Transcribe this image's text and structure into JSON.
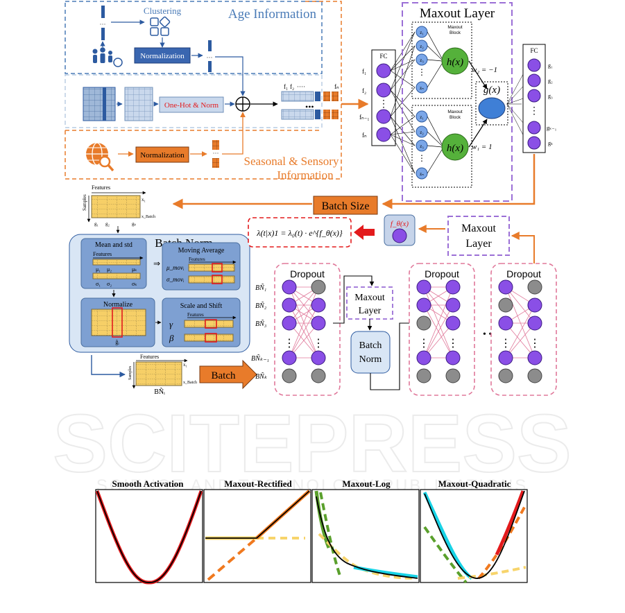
{
  "age_panel": {
    "title": "Age Information",
    "clustering": "Clustering",
    "normalization": "Normalization",
    "onehot": "One-Hot & Norm"
  },
  "seasonal_panel": {
    "title_line1": "Seasonal & Sensory",
    "title_line2": "Information",
    "normalization": "Normalization"
  },
  "concat": {
    "f1": "f₁",
    "f2": "f₂",
    "dots": "····",
    "fn": "fₙ"
  },
  "fc_left": {
    "title": "FC",
    "labels": [
      "f₁",
      "f₂",
      "fₙ₋₁",
      "fₙ"
    ]
  },
  "maxout_layer": {
    "title": "Maxout Layer",
    "block_label_line1": "Maxout",
    "block_label_line2": "Block",
    "z_labels": [
      "z₁",
      "z₂",
      "z₃",
      "zₙ"
    ],
    "h_label": "h(x)",
    "g_label": "g(x)",
    "w2": "w₂ = −1",
    "w1": "w₁ = 1"
  },
  "fc_right": {
    "title": "FC",
    "labels": [
      "g₁",
      "g₂",
      "g₃",
      "gₖ₋₁",
      "gₖ"
    ]
  },
  "batch_size": "Batch Size",
  "features_top": {
    "features": "Features",
    "samples": "Samples",
    "x1": "x₁",
    "xbatch": "x_Batch",
    "g_labels": [
      "g₁",
      "g₂",
      "gₖ"
    ]
  },
  "batch_norm": {
    "title": "Batch Norm",
    "mean_std": "Mean and std",
    "features": "Features",
    "mu": [
      "μ₁",
      "μ₂",
      "μₖ"
    ],
    "sigma": [
      "σ₁",
      "σ₂",
      "σₖ"
    ],
    "implies": "⇒",
    "moving_average": "Moving Average",
    "mu_mov": "μ_movᵢ",
    "sigma_mov": "σ_movᵢ",
    "normalize": "Normalize",
    "g_hat": "ĝᵢ",
    "scale_shift": "Scale and Shift",
    "gamma": "γ",
    "beta": "β"
  },
  "batch_out": {
    "features": "Features",
    "samples": "Samples",
    "x1": "x₁",
    "xbatch": "x_Batch",
    "bn": "BÑᵢ"
  },
  "batch_arrow": "Batch",
  "hazard": "λ(t|x)1 = λ₀(t) · e^{f_θ(x)}",
  "f_theta": "f_θ(x)",
  "maxout_box_right": {
    "line1": "Maxout",
    "line2": "Layer"
  },
  "dropout": {
    "label": "Dropout",
    "bn_labels": [
      "BÑ₁",
      "BÑ₂",
      "BÑ₃",
      "BÑₖ₋₁",
      "BÑₖ"
    ],
    "ellipsis": "• • •"
  },
  "maxout_box_mid": {
    "line1": "Maxout",
    "line2": "Layer"
  },
  "batchnorm_box": {
    "line1": "Batch",
    "line2": "Norm"
  },
  "watermark": {
    "big": "SCITEPRESS",
    "small": "SCIENCE AND TECHNOLOGY PUBLICATIONS"
  },
  "plots": {
    "titles": [
      "Smooth Activation",
      "Maxout-Rectified",
      "Maxout-Log",
      "Maxout-Quadratic"
    ],
    "colors": {
      "black": "#000000",
      "red": "#e31a1c",
      "orange": "#f0791f",
      "yellow": "#f7d46b",
      "green": "#5aa02c",
      "cyan": "#19d3e6"
    }
  },
  "colors": {
    "age_blue": "#4a7bb7",
    "orange": "#e87b2a",
    "purple": "#9b6fd6",
    "pink": "#e0789a",
    "node_purple": "#8a4fe6",
    "node_gray": "#8c8c8c",
    "green": "#55b13b",
    "blue_node": "#3f7fd6"
  }
}
